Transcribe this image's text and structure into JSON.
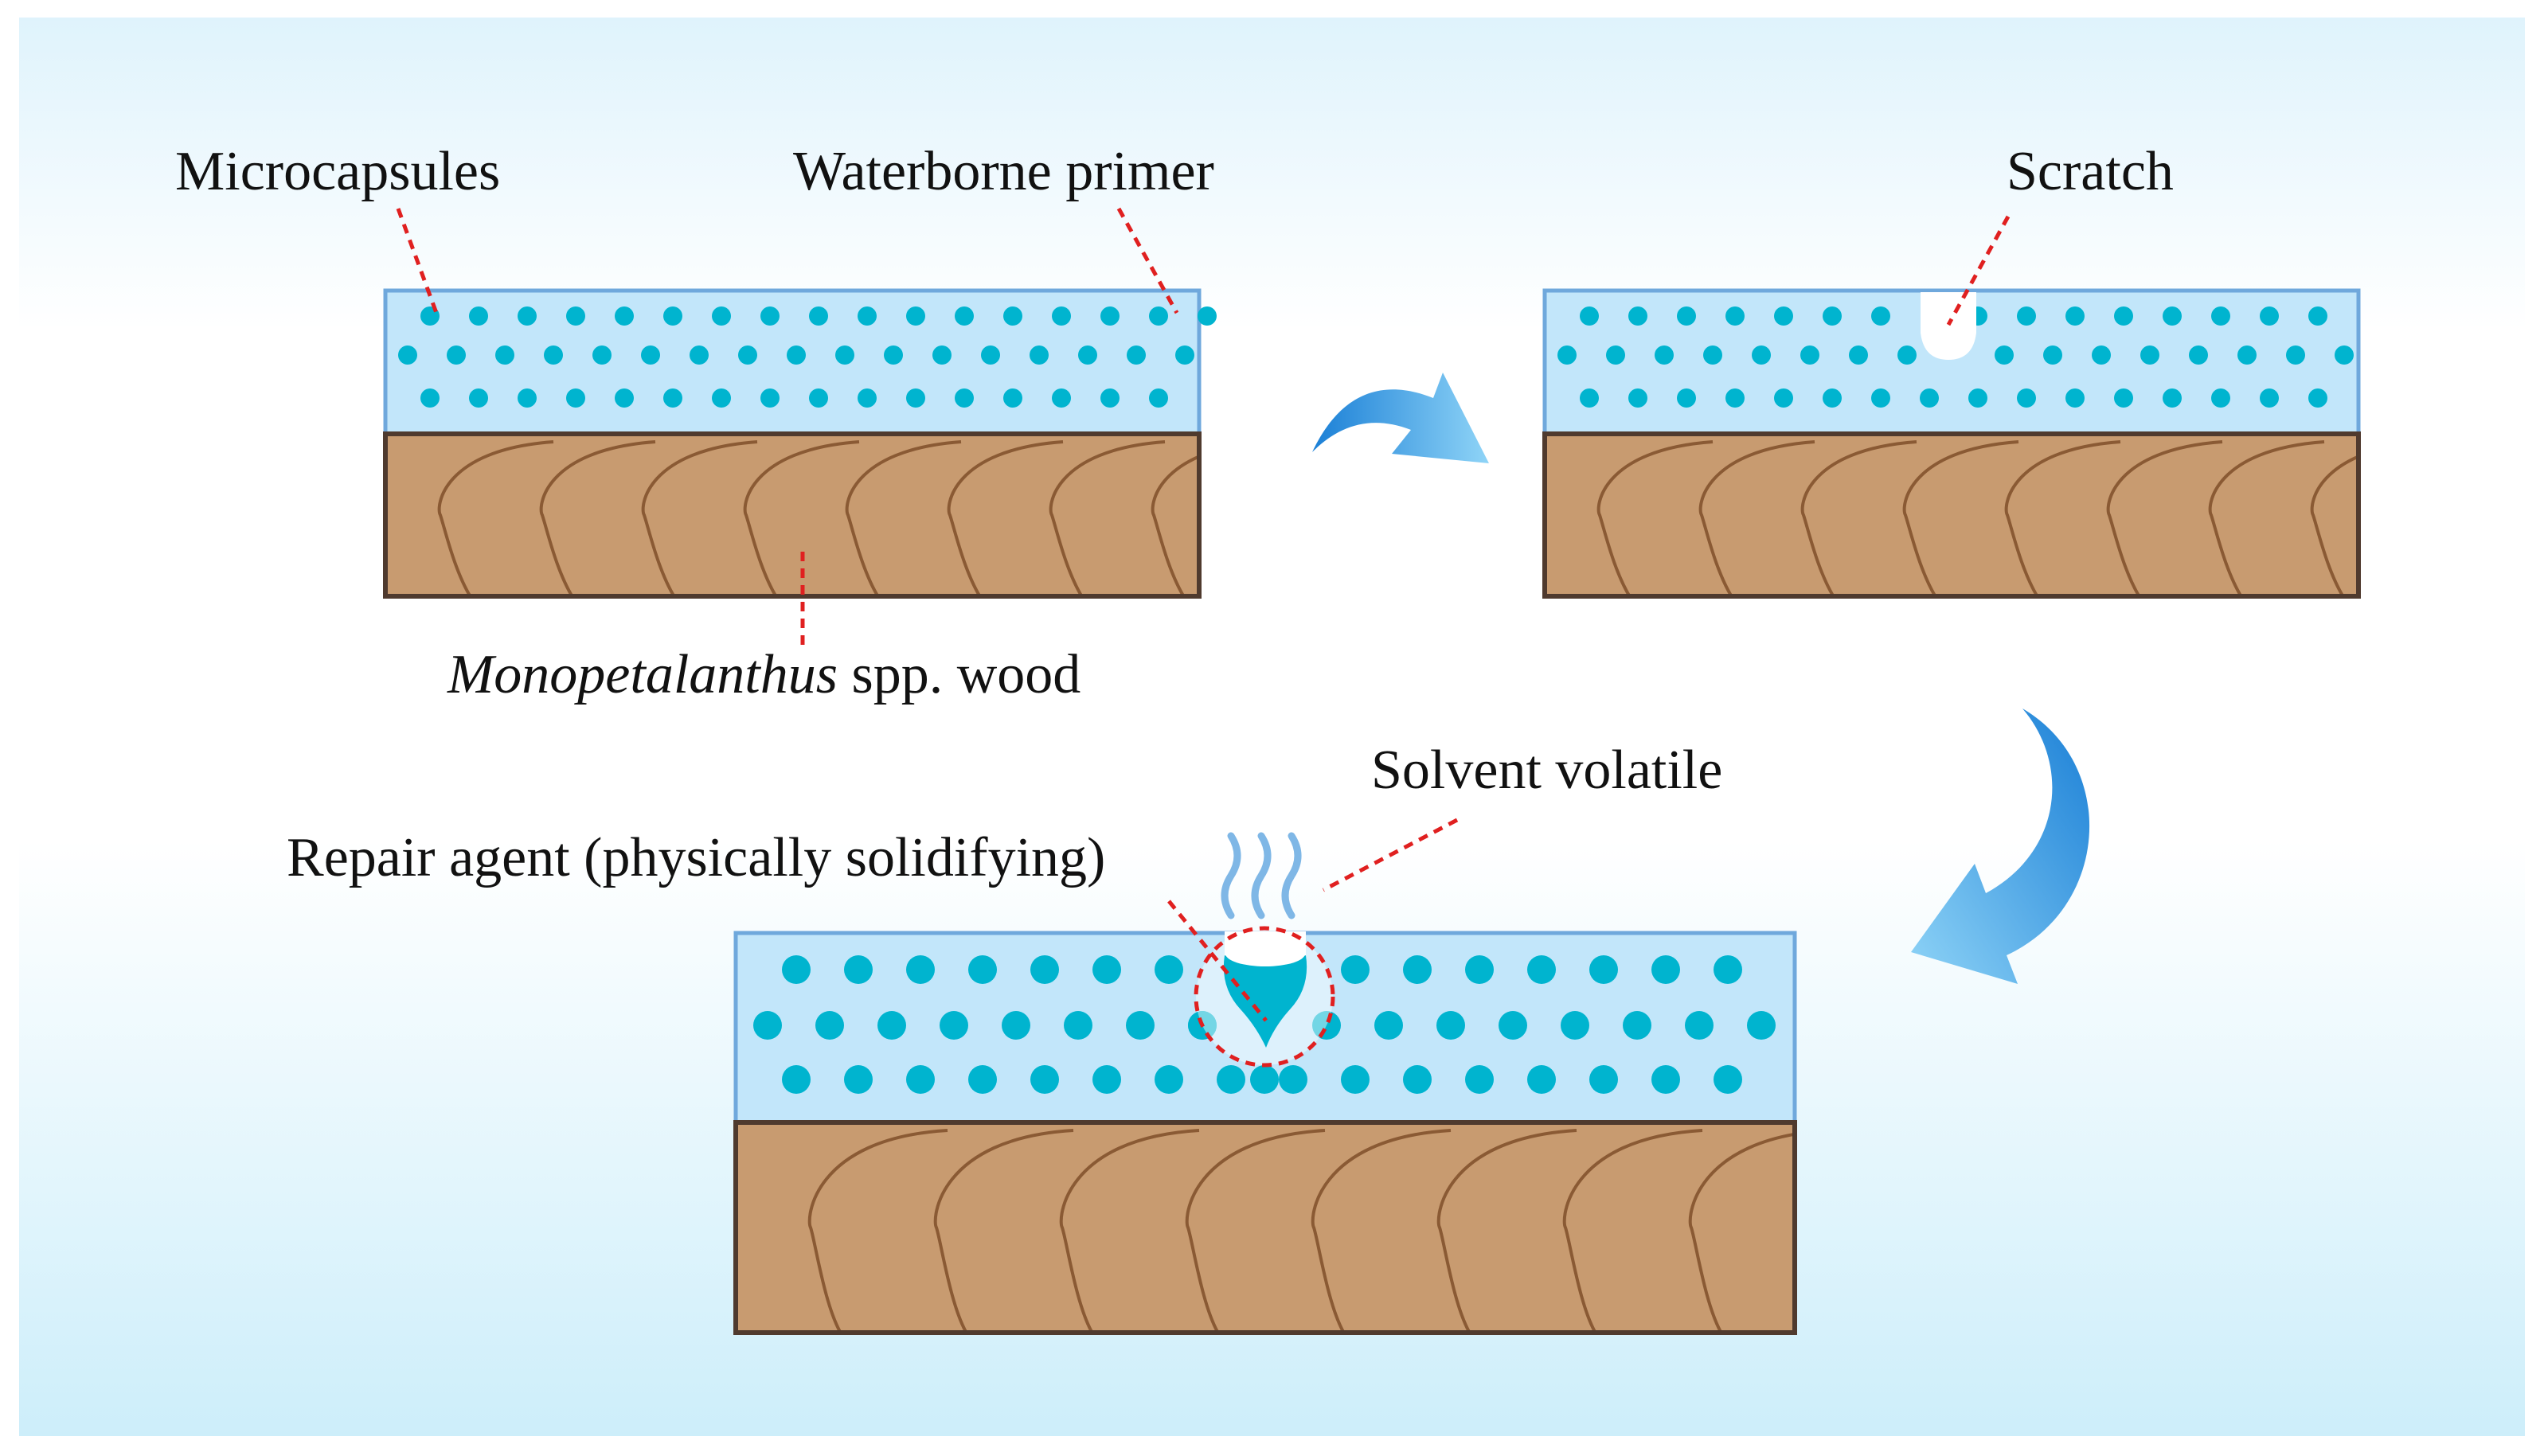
{
  "labels": {
    "microcapsules": "Microcapsules",
    "waterborne_primer": "Waterborne primer",
    "wood_genus": "Monopetalanthus",
    "wood_suffix": " spp. wood",
    "scratch": "Scratch",
    "solvent_volatile": "Solvent volatile",
    "repair_agent": "Repair agent (physically solidifying)"
  },
  "colors": {
    "background_top": "#ddf2fb",
    "background_mid": "#ffffff",
    "background_bottom": "#cdeefa",
    "primer_fill": "#c2e6fa",
    "primer_stroke": "#6fa8dc",
    "capsule": "#00b4cf",
    "wood_fill": "#c89b70",
    "wood_grain": "#8a5a34",
    "wood_stroke": "#4f3a2e",
    "leader_line": "#e02020",
    "arrow_light": "#8fd4f7",
    "arrow_dark": "#1a7fd6",
    "vapor": "#7fb7e6"
  },
  "panels": [
    {
      "id": "intact-coating",
      "capsule_rows": [
        17,
        17,
        16
      ]
    },
    {
      "id": "scratched-coating",
      "capsule_rows": [
        16,
        17,
        16
      ]
    },
    {
      "id": "repaired-coating",
      "capsule_rows": [
        16,
        17,
        16
      ]
    }
  ]
}
